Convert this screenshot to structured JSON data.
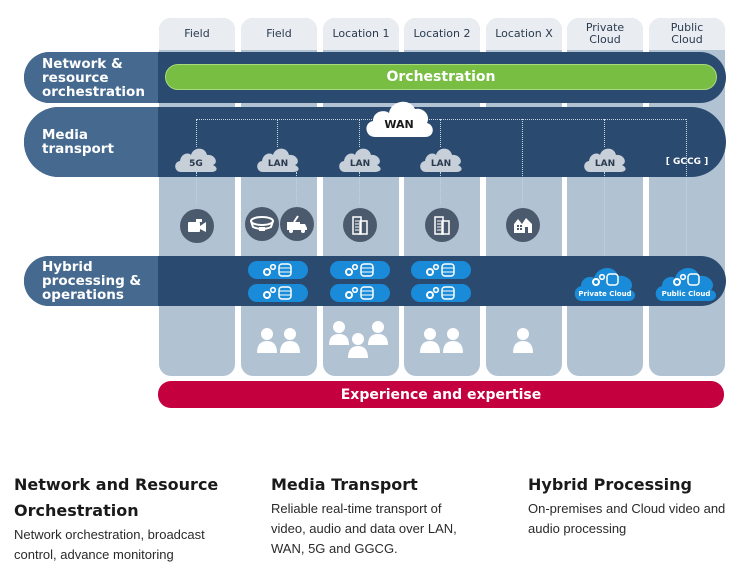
{
  "columns": [
    {
      "label": "Field"
    },
    {
      "label": "Field"
    },
    {
      "label": "Location 1"
    },
    {
      "label": "Location 2"
    },
    {
      "label": "Location X"
    },
    {
      "label": "Private\nCloud"
    },
    {
      "label": "Public\nCloud"
    }
  ],
  "bands": {
    "orchestration": {
      "label": "Network &\nresource\norchestration",
      "bar_label": "Orchestration"
    },
    "media": {
      "label": "Media\ntransport",
      "wan_label": "WAN",
      "nodes": [
        "5G",
        "LAN",
        "LAN",
        "LAN",
        "",
        "LAN",
        "[ GCCG ]"
      ]
    },
    "hybrid": {
      "label": "Hybrid\nprocessing &\noperations",
      "private_cloud_label": "Private Cloud",
      "public_cloud_label": "Public Cloud"
    }
  },
  "site_icons": [
    "camera-icon",
    "stadium-icon",
    "ob-van-icon",
    "building-icon",
    "building-icon",
    "house-icon"
  ],
  "experience_label": "Experience and expertise",
  "colors": {
    "navy": "#2b4a70",
    "green": "#78be43",
    "crimson": "#c4003f",
    "blue": "#1a8bd8",
    "column": "#b1c2d3"
  },
  "sections": [
    {
      "title": "Network and Resource\nOrchestration",
      "body": "Network orchestration, broadcast\ncontrol, advance monitoring"
    },
    {
      "title": "Media Transport",
      "body": "Reliable real-time transport of\nvideo, audio and data over LAN,\nWAN, 5G and GGCG."
    },
    {
      "title": "Hybrid Processing",
      "body": "On-premises and Cloud video and\naudio processing"
    }
  ]
}
